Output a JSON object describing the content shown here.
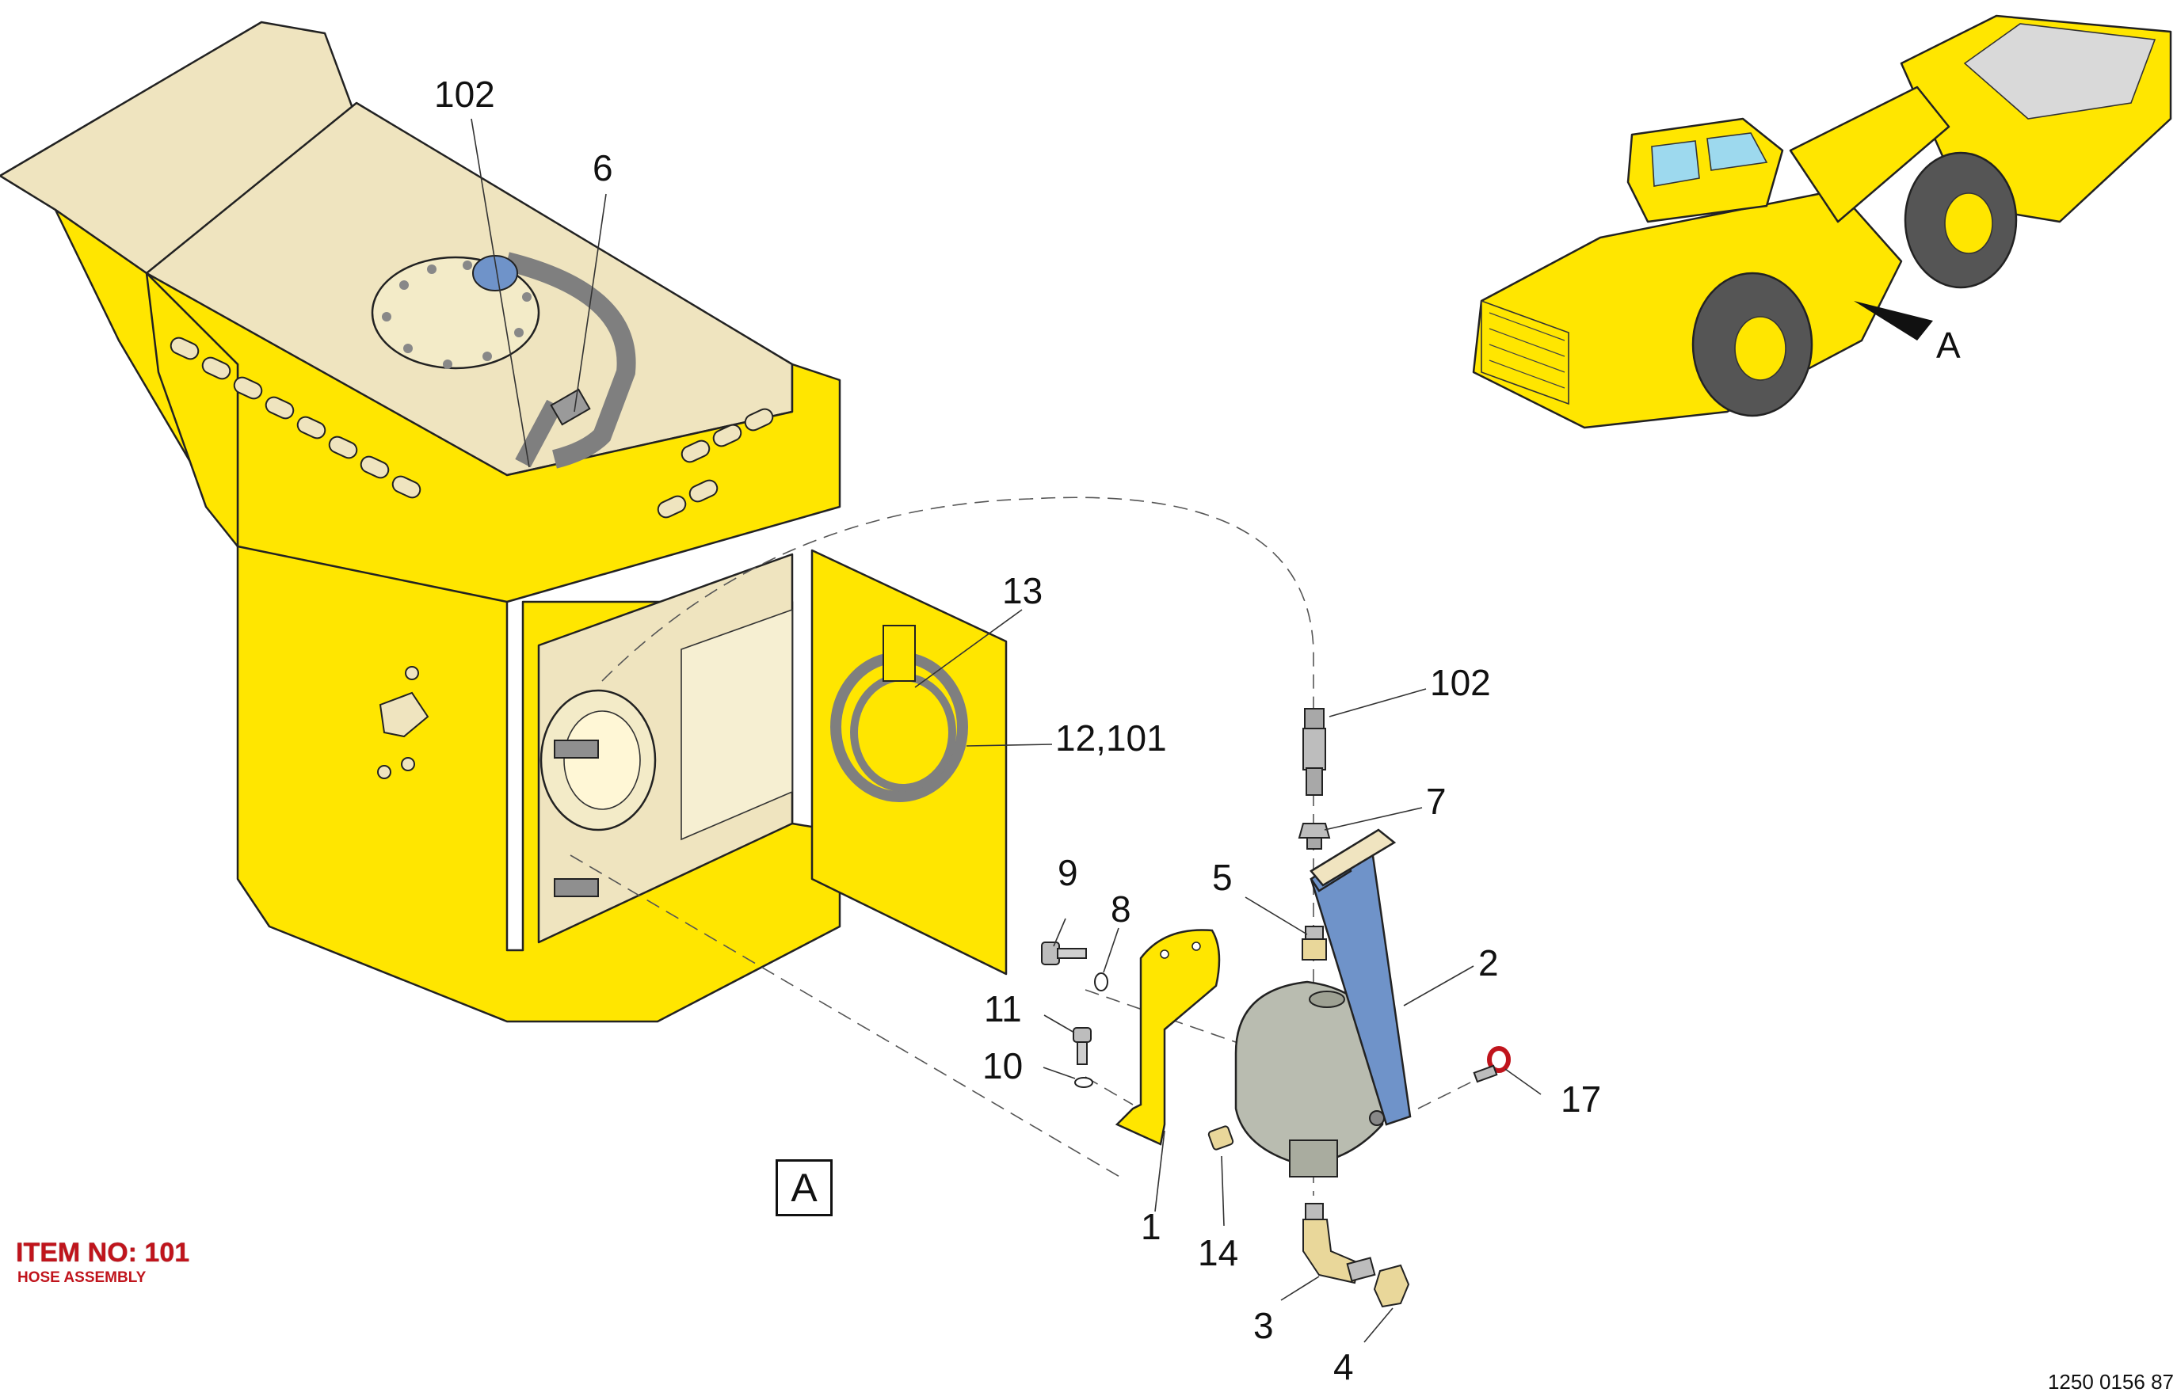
{
  "item_label": "ITEM NO: 101",
  "item_description": "HOSE ASSEMBLY",
  "drawing_number": "1250 0156 87",
  "view_label": "A",
  "vehicle_view_marker": "A",
  "callouts": {
    "c102_top": "102",
    "c6": "6",
    "c13": "13",
    "c12_101": "12,101",
    "c102_right": "102",
    "c7": "7",
    "c5": "5",
    "c2": "2",
    "c9": "9",
    "c8": "8",
    "c11": "11",
    "c10": "10",
    "c17": "17",
    "c1": "1",
    "c14": "14",
    "c3": "3",
    "c4": "4"
  },
  "colors": {
    "machine_yellow": "#ffe600",
    "interior_beige": "#efe4bf",
    "pump_grey": "#b9bcb0",
    "handle_blue": "#6f93c9",
    "hose_grey": "#8c8c8c",
    "item_red": "#c0141c"
  }
}
